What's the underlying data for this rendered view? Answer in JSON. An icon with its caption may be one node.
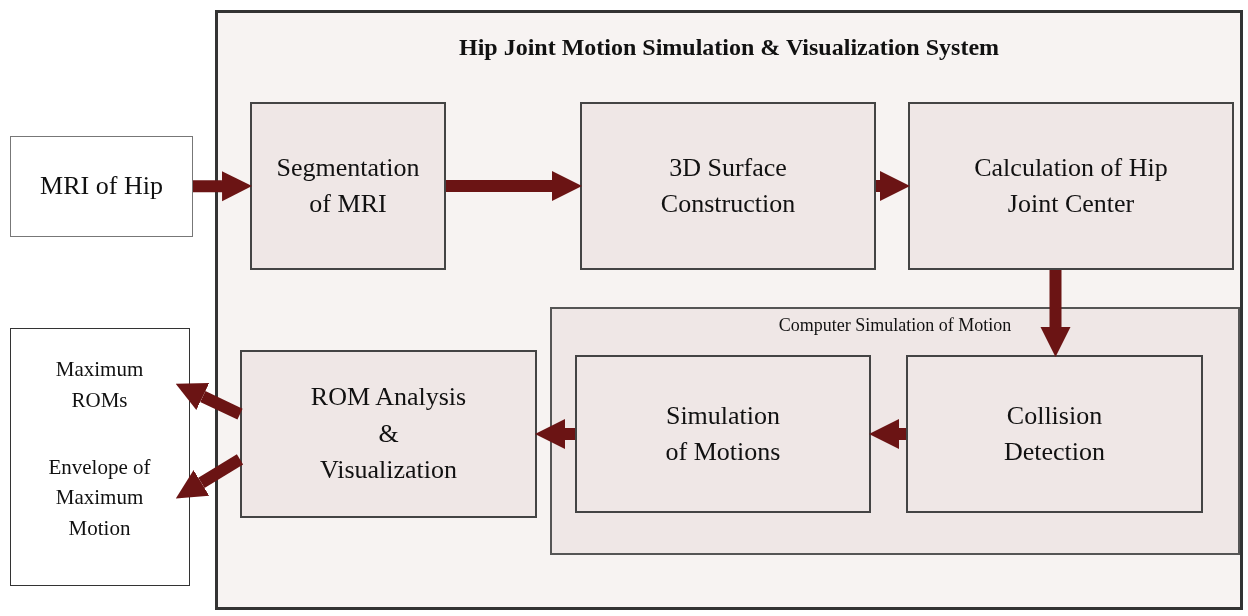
{
  "diagram": {
    "nodes": [
      {
        "text": [
          "Hip Joint Motion Simulation & Visualization System"
        ]
      },
      {
        "text": [
          "MRI of Hip"
        ]
      },
      {
        "text": [
          "Segmentation of MRI"
        ],
        "in": 0
      },
      {
        "text": [
          "3D Surface Construction"
        ],
        "in": 0
      },
      {
        "text": [
          "Calculation of Hip Joint Center"
        ],
        "in": 0
      },
      {
        "text": [],
        "shape": "box"
      },
      {
        "text": [
          "Maximum ROMs"
        ],
        "in": 5
      },
      {
        "text": [
          "Envelope of Maximum Motion"
        ],
        "in": 5
      },
      {
        "text": [
          "ROM Analysis & Visualization"
        ],
        "in": 0
      },
      {
        "text": [
          "Computer Simulation of Motion"
        ],
        "in": 0
      },
      {
        "text": [
          "Simulation of Motions"
        ],
        "in": 9
      },
      {
        "text": [
          "Collision Detection"
        ],
        "in": 9
      }
    ],
    "edges": [
      {
        "from": 1,
        "to": 2,
        "arrow": "to"
      },
      {
        "from": 2,
        "to": 3,
        "arrow": "to"
      },
      {
        "from": 3,
        "to": 4,
        "arrow": "to"
      },
      {
        "from": 4,
        "to": 11,
        "arrow": "to"
      },
      {
        "from": 11,
        "to": 10,
        "arrow": "to"
      },
      {
        "from": 10,
        "to": 8,
        "arrow": "to"
      },
      {
        "from": 8,
        "to": 6,
        "arrow": "to"
      },
      {
        "from": 8,
        "to": 7,
        "arrow": "to"
      }
    ]
  }
}
